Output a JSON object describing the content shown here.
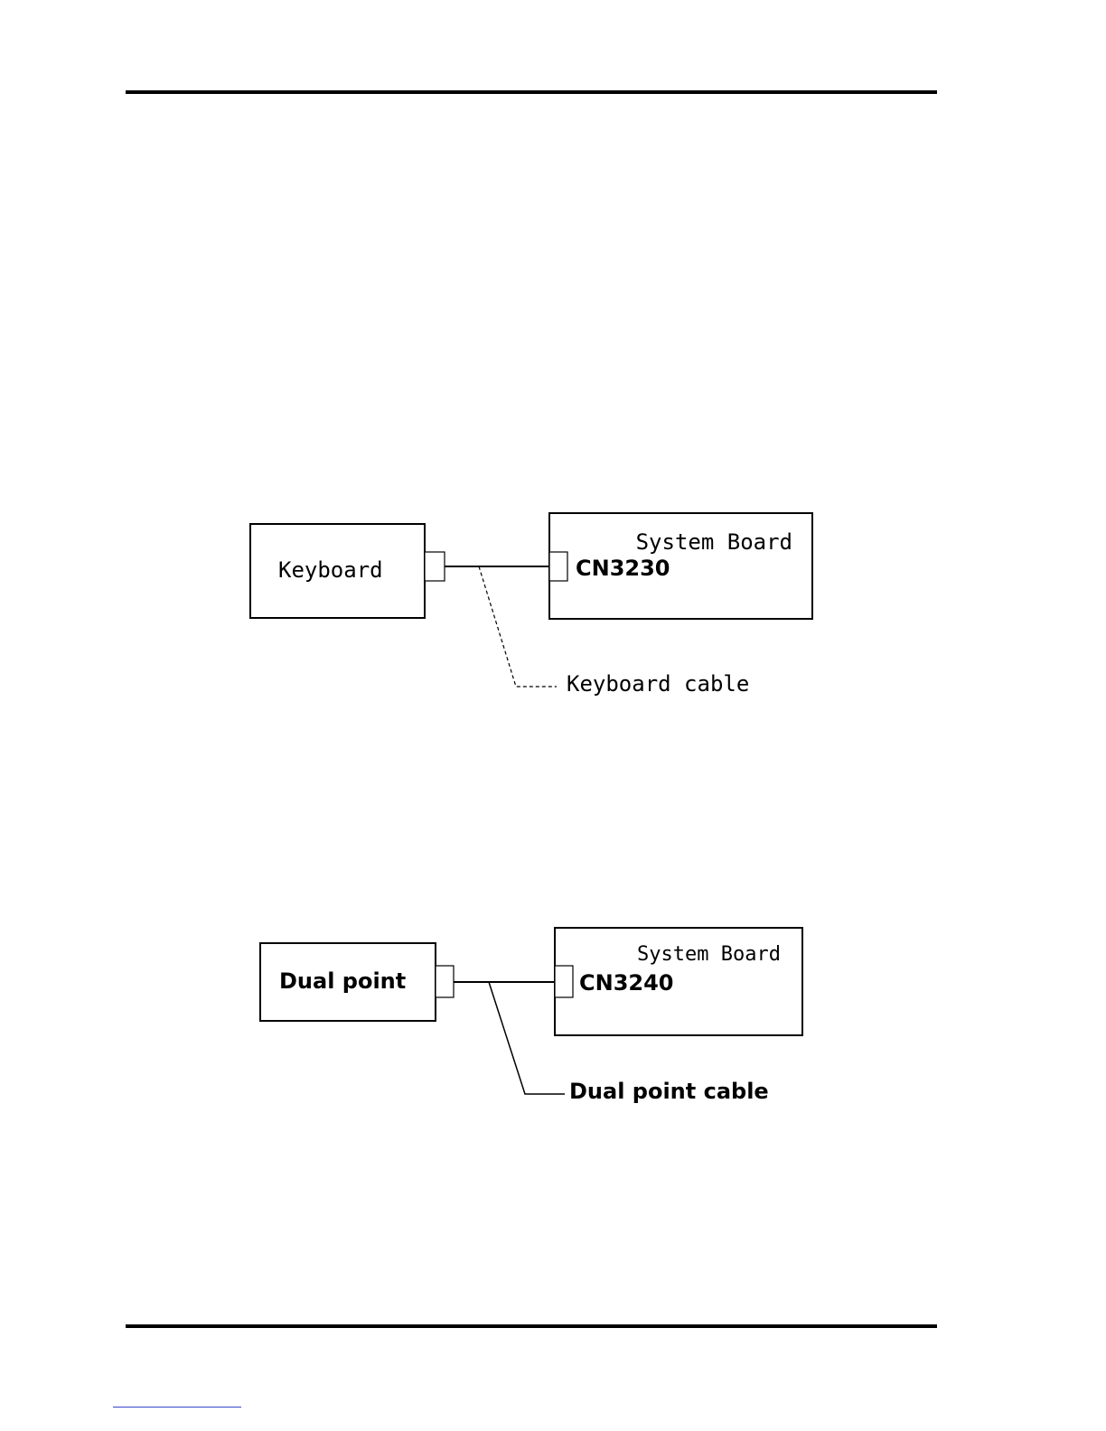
{
  "diagram1": {
    "device_label": "Keyboard",
    "board_label": "System Board",
    "connector_label": "CN3230",
    "cable_label": "Keyboard cable"
  },
  "diagram2": {
    "device_label": "Dual point",
    "board_label": "System Board",
    "connector_label": "CN3240",
    "cable_label": "Dual point cable"
  }
}
